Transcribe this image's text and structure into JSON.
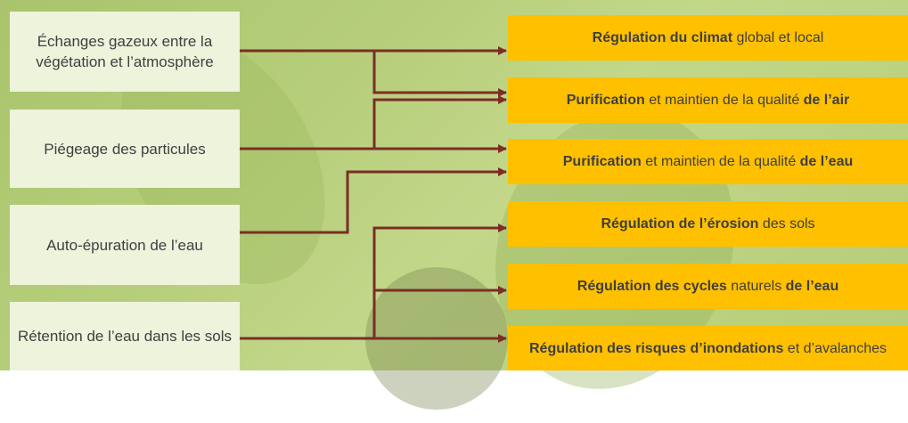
{
  "colors": {
    "line": "#7b2d26",
    "source_box": "#eef3dc",
    "target_box": "#ffc000",
    "text": "#3f3f3f"
  },
  "sources": [
    {
      "id": "gas",
      "text": "Échanges gazeux entre la végétation et l’atmosphère"
    },
    {
      "id": "particles",
      "text": "Piégeage des particules"
    },
    {
      "id": "purif",
      "text": "Auto-épuration de l’eau"
    },
    {
      "id": "retention",
      "text": "Rétention de l’eau dans les sols"
    }
  ],
  "targets": [
    {
      "id": "climate",
      "parts": [
        {
          "t": "Régulation du climat",
          "b": true
        },
        {
          "t": " global et local",
          "b": false
        }
      ]
    },
    {
      "id": "air",
      "parts": [
        {
          "t": "Purification",
          "b": true
        },
        {
          "t": " et maintien de la qualité ",
          "b": false
        },
        {
          "t": "de l’air",
          "b": true
        }
      ]
    },
    {
      "id": "water",
      "parts": [
        {
          "t": "Purification",
          "b": true
        },
        {
          "t": " et maintien de la qualité ",
          "b": false
        },
        {
          "t": "de l’eau",
          "b": true
        }
      ]
    },
    {
      "id": "erosion",
      "parts": [
        {
          "t": "Régulation de l’érosion",
          "b": true
        },
        {
          "t": " des sols",
          "b": false
        }
      ]
    },
    {
      "id": "cycles",
      "parts": [
        {
          "t": "Régulation des cycles",
          "b": true
        },
        {
          "t": " naturels ",
          "b": false
        },
        {
          "t": "de l’eau",
          "b": true
        }
      ]
    },
    {
      "id": "floods",
      "parts": [
        {
          "t": "Régulation des risques d’inondations",
          "b": true
        },
        {
          "t": " et d’avalanches",
          "b": false
        }
      ]
    }
  ],
  "links": [
    {
      "from": "gas",
      "to": "climate"
    },
    {
      "from": "gas",
      "to": "air"
    },
    {
      "from": "particles",
      "to": "air"
    },
    {
      "from": "particles",
      "to": "water"
    },
    {
      "from": "purif",
      "to": "water"
    },
    {
      "from": "retention",
      "to": "erosion"
    },
    {
      "from": "retention",
      "to": "cycles"
    },
    {
      "from": "retention",
      "to": "floods"
    }
  ]
}
